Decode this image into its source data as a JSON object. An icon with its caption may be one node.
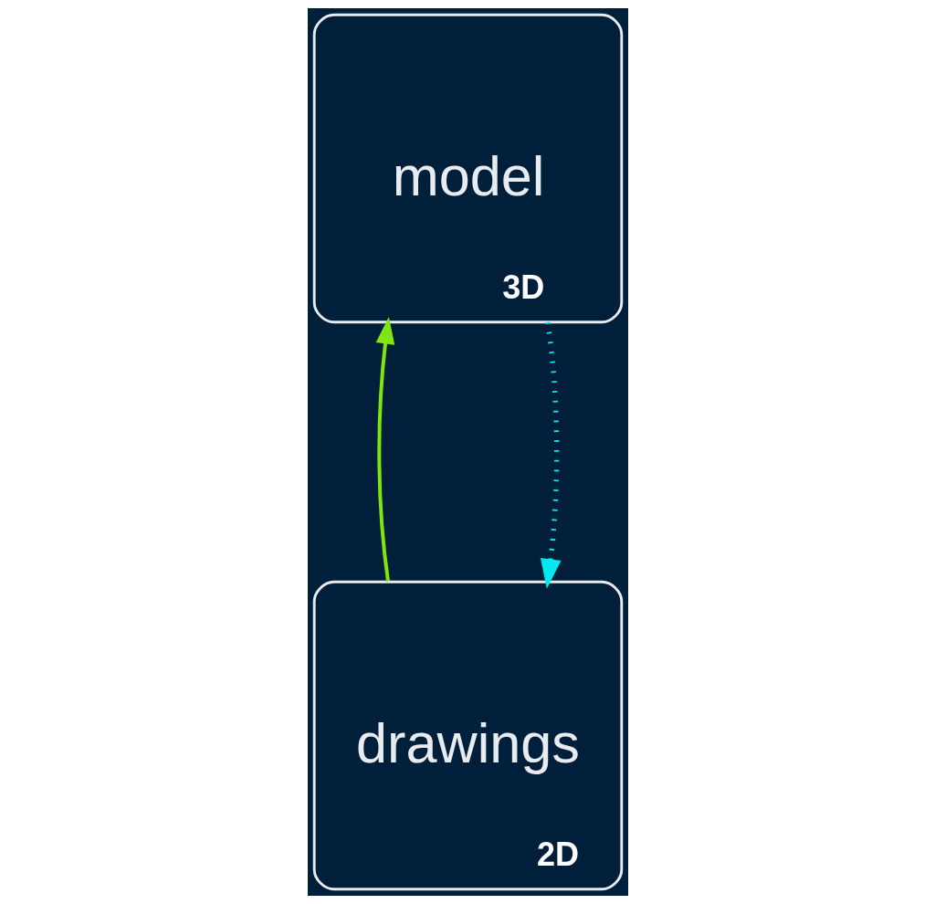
{
  "diagram": {
    "nodes": [
      {
        "text": [
          "model",
          "3D"
        ]
      },
      {
        "text": [
          "drawings",
          "2D"
        ]
      }
    ],
    "edges": [
      {
        "from": 1,
        "to": 0,
        "arrow": "to",
        "color": "#80e610"
      },
      {
        "from": 0,
        "to": 1,
        "arrow": "to",
        "style": "dashed",
        "color": "#00e8f0"
      }
    ]
  }
}
